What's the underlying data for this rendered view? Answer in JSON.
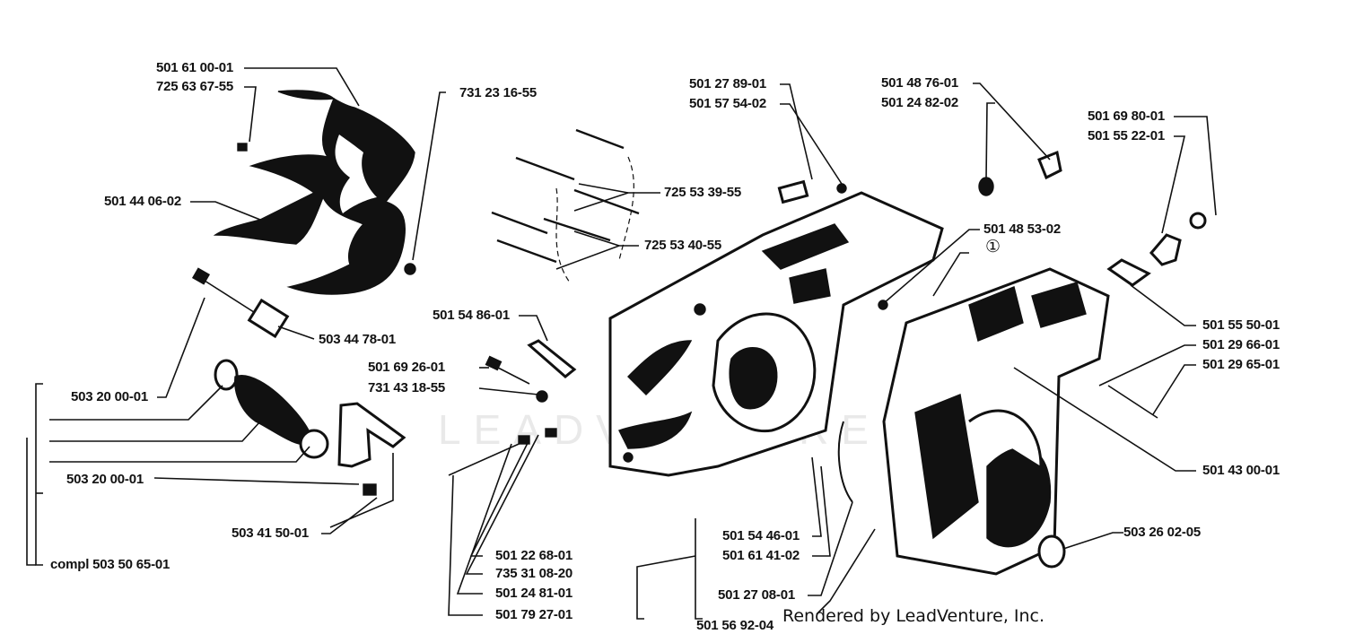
{
  "watermark": "LEADVENTURE",
  "credit": "Rendered by LeadVenture, Inc.",
  "circled_number": "①",
  "labels": {
    "p1": "501 61 00-01",
    "p2": "725 63 67-55",
    "p3": "731 23 16-55",
    "p4": "501 44 06-02",
    "p5": "503 44 78-01",
    "p6": "503 20 00-01",
    "p7": "503 20 00-01",
    "p8": "503 41 50-01",
    "p9": "compl 503 50 65-01",
    "p10": "501 27 89-01",
    "p11": "501 57 54-02",
    "p12": "725 53 39-55",
    "p13": "725 53 40-55",
    "p14": "501 48 76-01",
    "p15": "501 24 82-02",
    "p16": "501 48 53-02",
    "p17": "501 69 80-01",
    "p18": "501 55 22-01",
    "p19": "501 55 50-01",
    "p20": "501 29 66-01",
    "p21": "501 29 65-01",
    "p22": "501 43 00-01",
    "p23": "501 54 86-01",
    "p24": "501 69 26-01",
    "p25": "731 43 18-55",
    "p26": "501 22 68-01",
    "p27": "735 31 08-20",
    "p28": "501 24 81-01",
    "p29": "501 79 27-01",
    "p30": "501 54 46-01",
    "p31": "501 61 41-02",
    "p32": "501 27 08-01",
    "p33": "501 56 92-04",
    "p34": "503 26 02-05"
  }
}
